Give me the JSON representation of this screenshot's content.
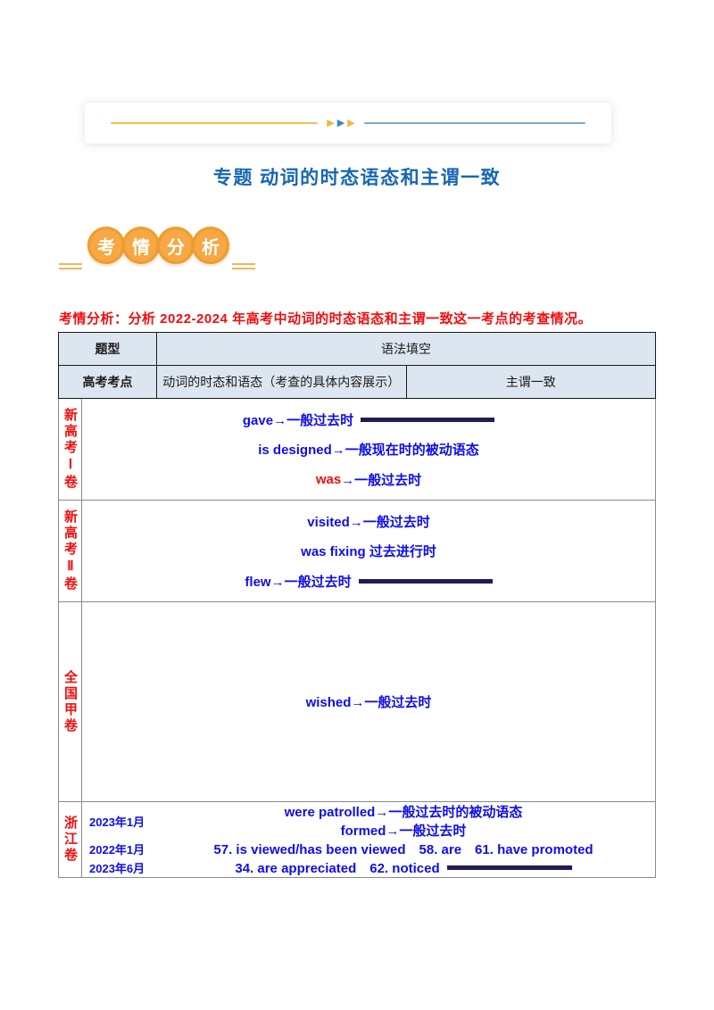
{
  "header": {
    "arrow_icon": "▶"
  },
  "title": "专题 动词的时态语态和主谓一致",
  "badge": {
    "chars": [
      "考",
      "情",
      "分",
      "析"
    ]
  },
  "analysis_note": "考情分析：分析 2022-2024 年高考中动词的时态语态和主谓一致这一考点的考查情况。",
  "exam_table": {
    "row1_label": "题型",
    "row1_value": "语法填空",
    "row2_label": "高考考点",
    "row2_value": "动词的时态和语态（考查的具体内容展示）",
    "row2_extra": "主谓一致"
  },
  "answers": {
    "groups": [
      {
        "label": "新高考Ⅰ卷",
        "lines": [
          {
            "text": "gave→一般过去时"
          },
          {
            "text": "is designed→一般现在时的被动语态"
          },
          {
            "red": "was",
            "text": "→一般过去时"
          }
        ]
      },
      {
        "label": "新高考Ⅱ卷",
        "lines": [
          {
            "text": "visited→一般过去时"
          },
          {
            "text": "was fixing 过去进行时"
          },
          {
            "text": "flew→一般过去时"
          }
        ]
      },
      {
        "label": "全国甲卷",
        "lines": [
          {
            "text": "wished→一般过去时"
          }
        ]
      },
      {
        "label": "浙江卷",
        "rows": [
          {
            "date": "2023年1月",
            "lines": [
              "were patrolled→一般过去时的被动语态",
              "formed→一般过去时"
            ]
          },
          {
            "date": "2022年1月",
            "lines": [
              "57. is viewed/has been viewed　58. are　61. have promoted"
            ]
          },
          {
            "date": "2023年6月",
            "lines": [
              "34. are appreciated　62. noticed"
            ]
          }
        ]
      }
    ]
  }
}
